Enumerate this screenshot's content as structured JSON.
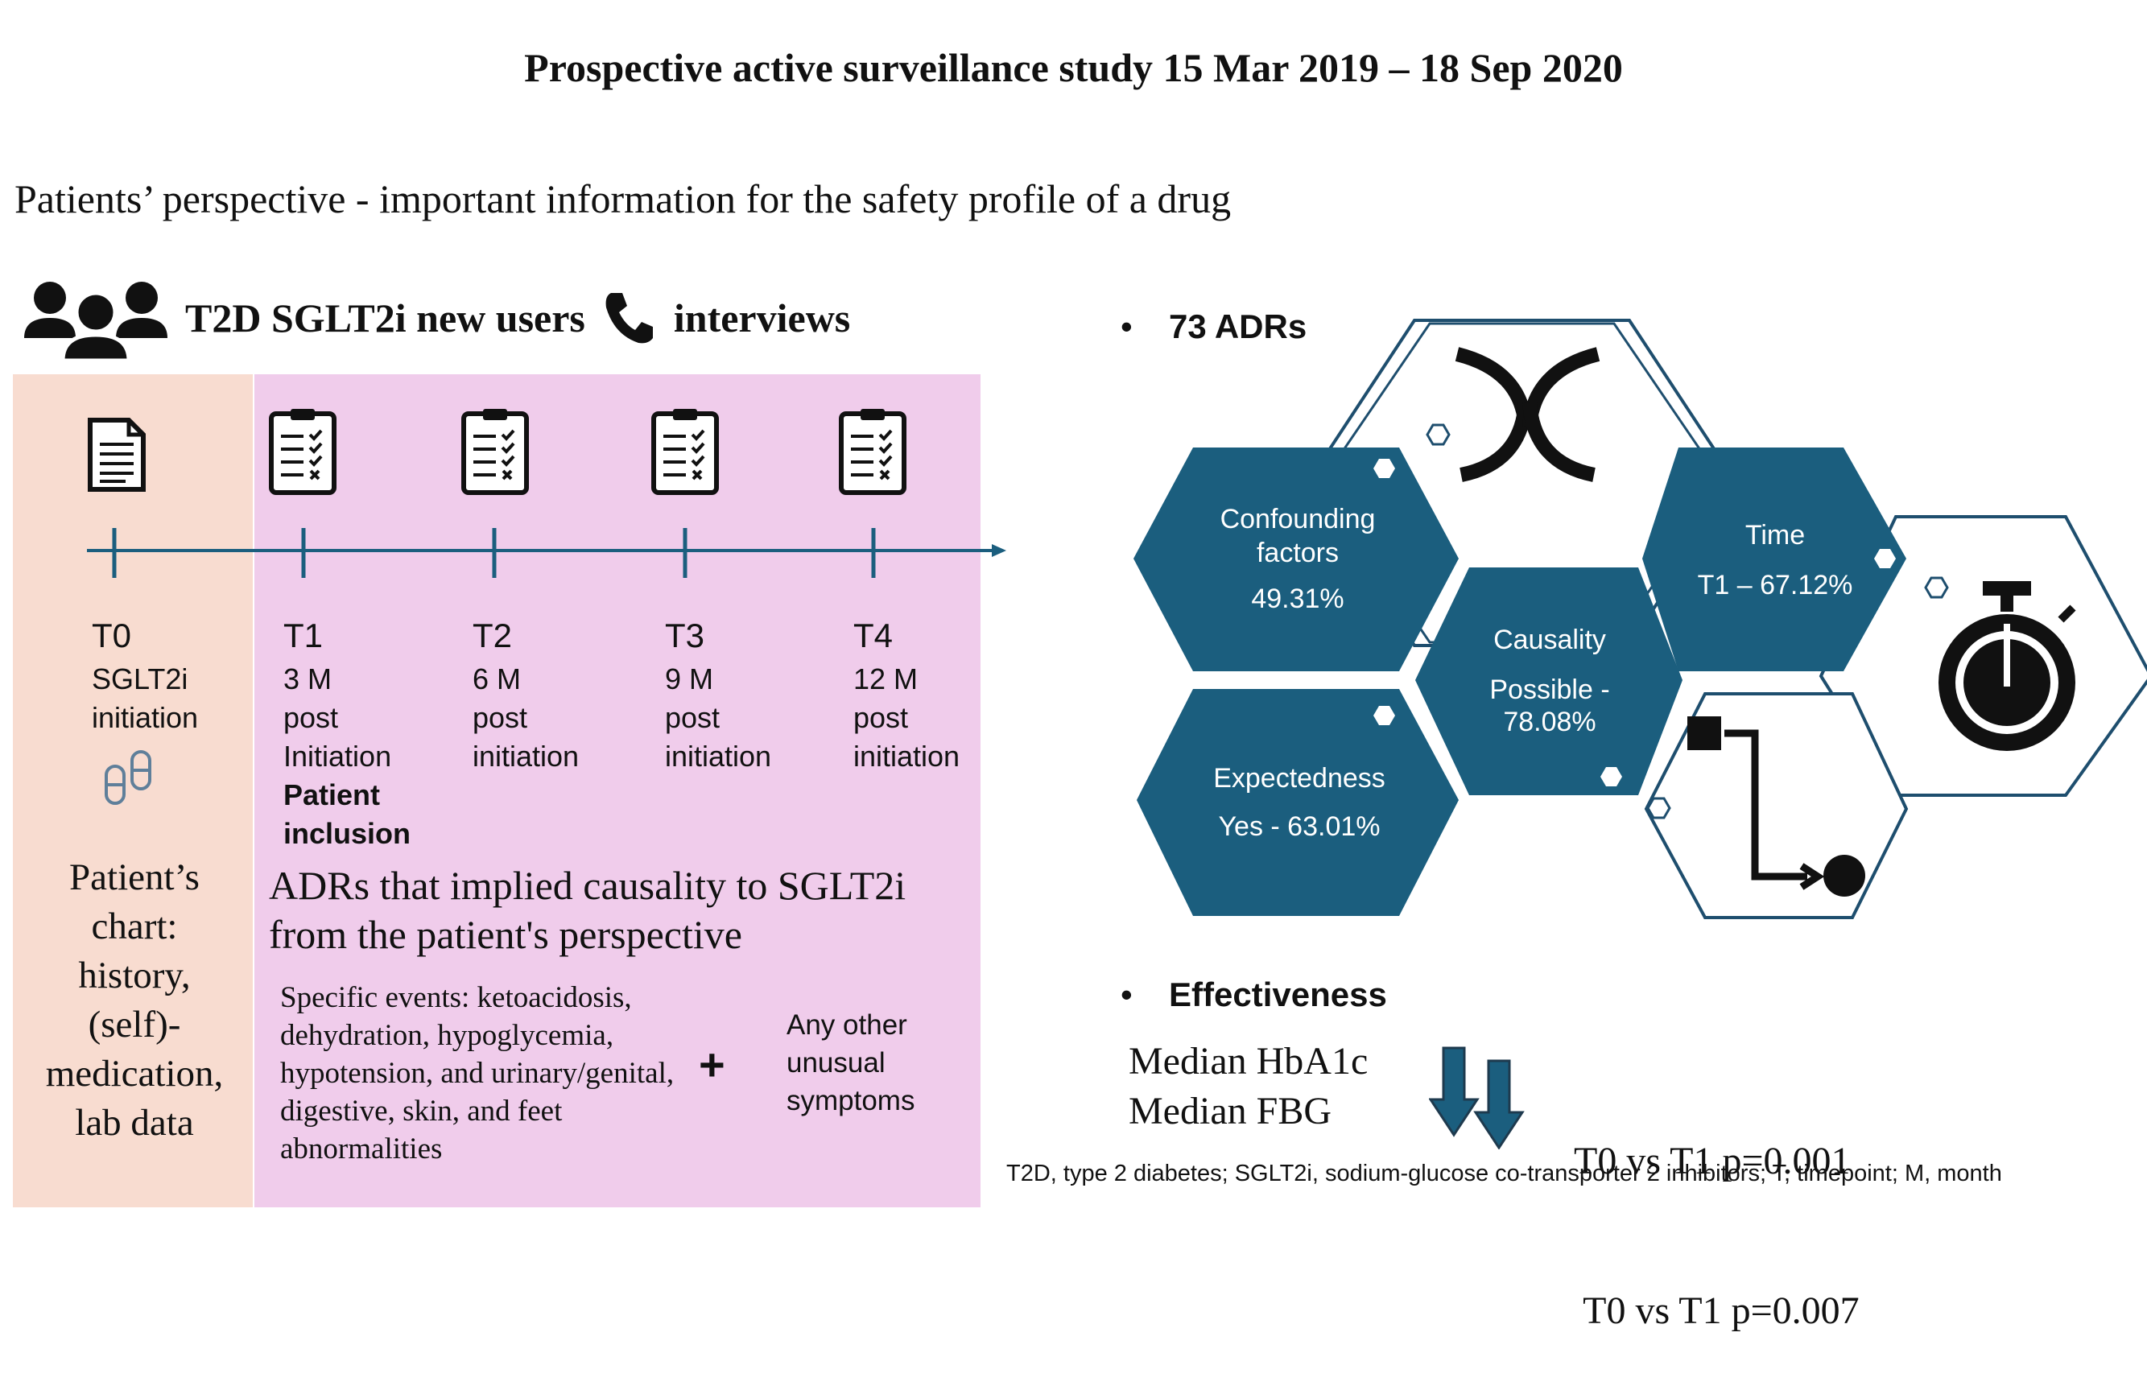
{
  "title": "Prospective active surveillance study 15 Mar 2019 – 18 Sep 2020",
  "subtitle": "Patients’ perspective - important information for the safety profile of a drug",
  "cohort": {
    "population_label": "T2D SGLT2i new users",
    "method_label": "interviews",
    "people_icon": "people-group-icon",
    "phone_icon": "phone-icon"
  },
  "timeline": {
    "points": [
      {
        "name": "T0",
        "lines": [
          "SGLT2i",
          "initiation"
        ],
        "bold_lines": []
      },
      {
        "name": "T1",
        "lines": [
          "3 M",
          "post",
          "Initiation"
        ],
        "bold_lines": [
          "Patient",
          "inclusion"
        ]
      },
      {
        "name": "T2",
        "lines": [
          "6 M",
          "post",
          "initiation"
        ],
        "bold_lines": []
      },
      {
        "name": "T3",
        "lines": [
          "9 M",
          "post",
          "initiation"
        ],
        "bold_lines": []
      },
      {
        "name": "T4",
        "lines": [
          "12 M",
          "post",
          "initiation"
        ],
        "bold_lines": []
      }
    ]
  },
  "baseline": {
    "chart_lines": [
      "Patient’s",
      "chart:",
      "history,",
      "(self)-",
      "medication,",
      "lab data"
    ]
  },
  "followup": {
    "adr_heading": "ADRs that implied causality to SGLT2i from the patient's perspective",
    "specific_events": "Specific events:  ketoacidosis, dehydration, hypoglycemia, hypotension, and urinary/genital, digestive, skin, and feet abnormalities",
    "plus": "+",
    "other_symptoms": "Any other unusual symptoms"
  },
  "adr": {
    "bullet": "•",
    "count_label": "73 ADRs",
    "confounding": {
      "label1": "Confounding",
      "label2": "factors",
      "value": "49.31%"
    },
    "causality": {
      "label": "Causality",
      "value1": "Possible -",
      "value2": "78.08%"
    },
    "time": {
      "label": "Time",
      "value": "T1 – 67.12%"
    },
    "expectedness": {
      "label": "Expectedness",
      "value": "Yes - 63.01%"
    }
  },
  "effectiveness": {
    "heading": "Effectiveness",
    "rows": [
      {
        "measure": "Median HbA1c",
        "comparison": "T0 vs T1 p=0.001"
      },
      {
        "measure": "Median FBG",
        "comparison": " T0 vs T1 p=0.007"
      }
    ]
  },
  "footnote": "T2D, type 2 diabetes; SGLT2i, sodium-glucose co-transporter 2 inhibitors; T, timepoint; M, month",
  "colors": {
    "hex_fill": "#1b5e7e",
    "outline": "#1e4e6e",
    "panel_t0": "#f8dcd0",
    "panel_fu": "#f0cceb",
    "arrow": "#1b5e7e"
  }
}
